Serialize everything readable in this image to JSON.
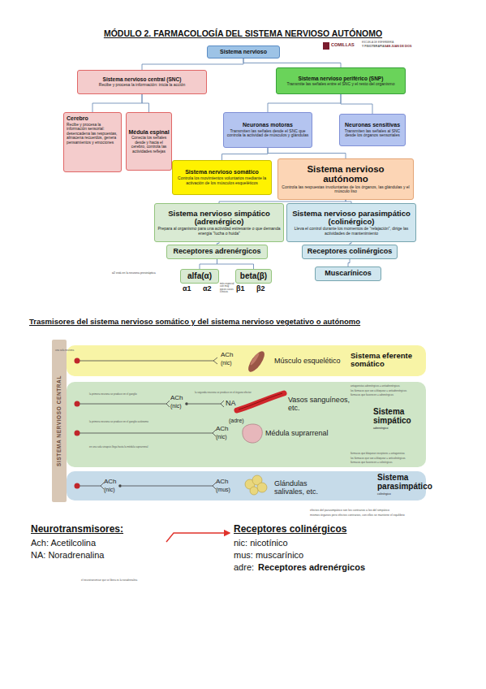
{
  "diagram": {
    "title": "MÓDULO 2. FARMACOLOGÍA DEL SISTEMA NERVIOSO AUTÓNOMO",
    "nodes": [
      {
        "text": [
          "Sistema nervioso"
        ]
      },
      {
        "text": [
          "Sistema nervioso central (SNC)",
          "Recibe y procesa la información: inicia la acción"
        ]
      },
      {
        "text": [
          "Sistema nervioso periférico (SNP)",
          "Transmite las señales entre el SNC y el resto del organismo"
        ]
      },
      {
        "text": [
          "Cerebro",
          "Recibe y procesa la información sensorial: desencadena las respuestas, almacena recuerdos, genera pensamientos y emociones"
        ]
      },
      {
        "text": [
          "Médula espinal",
          "Conecta los señales desde y hacia el cerebro, controla las actividades reflejas"
        ]
      },
      {
        "text": [
          "Neuronas motoras",
          "Transmiten las señales desde el SNC que controla la actividad de músculos y glándulas"
        ]
      },
      {
        "text": [
          "Neuronas sensitivas",
          "Transmiten las señales al SNC desde los órganos sensoriales"
        ]
      },
      {
        "text": [
          "Sistema nervioso somático",
          "Controla los movimientos voluntarios mediante la activación de los músculos esqueléticos"
        ]
      },
      {
        "text": [
          "Sistema nervioso autónomo",
          "Controla las respuestas involuntarias de los órganos, las glándulas y el músculo liso"
        ]
      },
      {
        "text": [
          "Sistema nervioso simpático (adrenérgico)",
          "Prepara al organismo para una actividad estresante o que demanda energía \"lucha o huida\""
        ]
      },
      {
        "text": [
          "Sistema nervioso parasimpático (colinérgico)",
          "Lleva el control durante los momentos de \"relajación\", dirige las actividades de mantenimiento"
        ]
      },
      {
        "text": [
          "Receptores adrenérgicos"
        ]
      },
      {
        "text": [
          "Receptores colinérgicos"
        ]
      },
      {
        "text": [
          "alfa(α)"
        ]
      },
      {
        "text": [
          "beta(β)"
        ]
      },
      {
        "text": [
          "Muscarínicos"
        ]
      },
      {
        "text": [
          "SISTEMA NERVIOSO CENTRAL"
        ]
      },
      {
        "text": [
          "Sistema eferente somático"
        ]
      },
      {
        "text": [
          "Sistema simpático",
          "adrenérgico"
        ]
      },
      {
        "text": [
          "Sistema parasimpático",
          "colinérgico"
        ]
      }
    ],
    "edges": [
      {
        "from": 0,
        "to": 1,
        "arrow": "none"
      },
      {
        "from": 0,
        "to": 2,
        "arrow": "none"
      },
      {
        "from": 1,
        "to": 3,
        "arrow": "none"
      },
      {
        "from": 1,
        "to": 4,
        "arrow": "none"
      },
      {
        "from": 2,
        "to": 5,
        "arrow": "none"
      },
      {
        "from": 2,
        "to": 6,
        "arrow": "none"
      },
      {
        "from": 5,
        "to": 7,
        "arrow": "none"
      },
      {
        "from": 5,
        "to": 8,
        "arrow": "none"
      },
      {
        "from": 8,
        "to": 9,
        "arrow": "none"
      },
      {
        "from": 8,
        "to": 10,
        "arrow": "none"
      },
      {
        "from": 9,
        "to": 11,
        "arrow": "none"
      },
      {
        "from": 10,
        "to": 12,
        "arrow": "none"
      },
      {
        "from": 11,
        "to": 13,
        "arrow": "none"
      },
      {
        "from": 11,
        "to": 14,
        "arrow": "none"
      },
      {
        "from": 12,
        "to": 15,
        "arrow": "none"
      }
    ],
    "labels": [
      "COMILLAS",
      "ESCUELA DE ENFERMERÍA",
      "Y FISIOTERAPIA",
      "SAN JUAN DE DIOS",
      "α2 está en la neurona presináptica",
      "α1",
      "α2",
      "β1",
      "β2",
      "más especial con muy pocos casos clínicos",
      "Trasmisores del sistema nervioso somático y del sistema nervioso vegetativo o autónomo",
      "una sola neurona",
      "ACh",
      "(nic)",
      "Músculo esquelético",
      "la primera neurona se produce en el ganglio",
      "la segunda neurona se produce en el órgano efector",
      "ACh",
      "(nic)",
      "NA",
      "Vasos sanguíneos, etc.",
      "la primera neurona se produce en el ganglio autónomo",
      "ACh",
      "(nic)",
      "(adre)",
      "Médula suprarrenal",
      "en una sola sinapsis llega hasta la médula suprarrenal",
      "antagonistas adrenérgicos = antiadrenérgicos",
      "los fármacos que van a bloquear = antiadrenérgicos",
      "fármacos que favorecen = adrenérgicos",
      "ACh",
      "(nic)",
      "ACh",
      "(mus)",
      "Glándulas salivales, etc.",
      "fármacos que bloquean receptores = antagonistas",
      "los fármacos que van a bloquear = anticolinérgicos",
      "fármacos que favorecen = colinérgicos",
      "efectos del parasimpático son los contrarios a los del simpático",
      "mismos órganos pero efectos contrarios, con ellos se mantiene el equilibrio",
      "Neurotransmisores:",
      "Ach: Acetilcolina",
      "NA: Noradrenalina",
      "Receptores colinérgicos",
      "nic: nicotínico",
      "mus: muscarínico",
      "adre:",
      "Receptores adrenérgicos",
      "el neurotransmisor que se libera es la noradrenalina"
    ]
  }
}
